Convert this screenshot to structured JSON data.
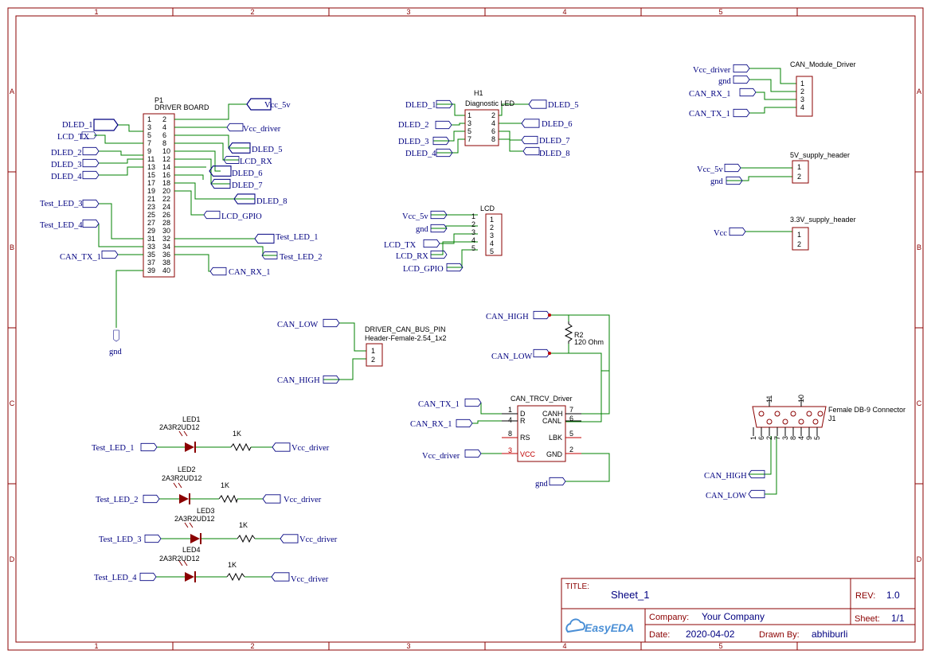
{
  "colors": {
    "frame": "#8b0000",
    "wire": "#008000",
    "net": "#000080",
    "part": "#8b0000",
    "text": "#000000",
    "title": "#000080"
  },
  "frame": {
    "cols": [
      "1",
      "2",
      "3",
      "4",
      "5"
    ],
    "rows": [
      "A",
      "B",
      "C",
      "D"
    ]
  },
  "p1": {
    "ref": "P1",
    "name": "DRIVER BOARD",
    "pins_left": [
      "1",
      "3",
      "5",
      "7",
      "9",
      "11",
      "13",
      "15",
      "17",
      "19",
      "21",
      "23",
      "25",
      "27",
      "29",
      "31",
      "33",
      "35",
      "37",
      "39"
    ],
    "pins_right": [
      "2",
      "4",
      "6",
      "8",
      "10",
      "12",
      "14",
      "16",
      "18",
      "20",
      "22",
      "24",
      "26",
      "28",
      "30",
      "32",
      "34",
      "36",
      "38",
      "40"
    ]
  },
  "nets": {
    "vcc_5v": "Vcc_5v",
    "vcc_driver": "Vcc_driver",
    "vcc": "Vcc",
    "gnd": "gnd",
    "dled_1": "DLED_1",
    "dled_2": "DLED_2",
    "dled_3": "DLED_3",
    "dled_4": "DLED_4",
    "dled_5": "DLED_5",
    "dled_6": "DLED_6",
    "dled_7": "DLED_7",
    "dled_8": "DLED_8",
    "lcd_tx": "LCD_TX",
    "lcd_rx": "LCD_RX",
    "lcd_gpio": "LCD_GPIO",
    "test_led_1": "Test_LED_1",
    "test_led_2": "Test_LED_2",
    "test_led_3": "Test_LED_3",
    "test_led_4": "Test_LED_4",
    "can_tx_1": "CAN_TX_1",
    "can_rx_1": "CAN_RX_1",
    "can_low": "CAN_LOW",
    "can_high": "CAN_HIGH"
  },
  "h1": {
    "ref": "H1",
    "name": "Diagnostic LED",
    "pins_left": [
      "1",
      "3",
      "5",
      "7"
    ],
    "pins_right": [
      "2",
      "4",
      "6",
      "8"
    ]
  },
  "lcd": {
    "ref": "LCD",
    "pins": [
      "1",
      "2",
      "3",
      "4",
      "5"
    ]
  },
  "can_module": {
    "name": "CAN_Module_Driver",
    "pins": [
      "1",
      "2",
      "3",
      "4"
    ]
  },
  "supply5": {
    "name": "5V_supply_header",
    "pins": [
      "1",
      "2"
    ]
  },
  "supply33": {
    "name": "3.3V_supply_header",
    "pins": [
      "1",
      "2"
    ]
  },
  "bus_pin": {
    "name": "DRIVER_CAN_BUS_PIN",
    "footprint": "Header-Female-2.54_1x2",
    "pins": [
      "1",
      "2"
    ]
  },
  "r2": {
    "ref": "R2",
    "value": "120 Ohm"
  },
  "trcv": {
    "name": "CAN_TRCV_Driver",
    "left_pins": [
      {
        "num": "1",
        "label": "D"
      },
      {
        "num": "4",
        "label": "R"
      },
      {
        "num": "8",
        "label": "RS"
      },
      {
        "num": "3",
        "label": "VCC"
      }
    ],
    "right_pins": [
      {
        "num": "7",
        "label": "CANH"
      },
      {
        "num": "6",
        "label": "CANL"
      },
      {
        "num": "5",
        "label": "LBK"
      },
      {
        "num": "2",
        "label": "GND"
      }
    ]
  },
  "db9": {
    "name": "Female DB-9 Connector",
    "ref": "J1",
    "pins": [
      "1",
      "6",
      "2",
      "7",
      "3",
      "8",
      "4",
      "9",
      "5"
    ],
    "shell": [
      "11",
      "10"
    ]
  },
  "leds": [
    {
      "ref": "LED1",
      "part": "2A3R2UD12",
      "resistor": "1K"
    },
    {
      "ref": "LED2",
      "part": "2A3R2UD12",
      "resistor": "1K"
    },
    {
      "ref": "LED3",
      "part": "2A3R2UD12",
      "resistor": "1K"
    },
    {
      "ref": "LED4",
      "part": "2A3R2UD12",
      "resistor": "1K"
    }
  ],
  "title_block": {
    "title_label": "TITLE:",
    "title": "Sheet_1",
    "rev_label": "REV:",
    "rev": "1.0",
    "company_label": "Company:",
    "company": "Your Company",
    "sheet_label": "Sheet:",
    "sheet": "1/1",
    "date_label": "Date:",
    "date": "2020-04-02",
    "drawn_label": "Drawn By:",
    "drawn": "abhiburli",
    "logo": "EasyEDA"
  }
}
